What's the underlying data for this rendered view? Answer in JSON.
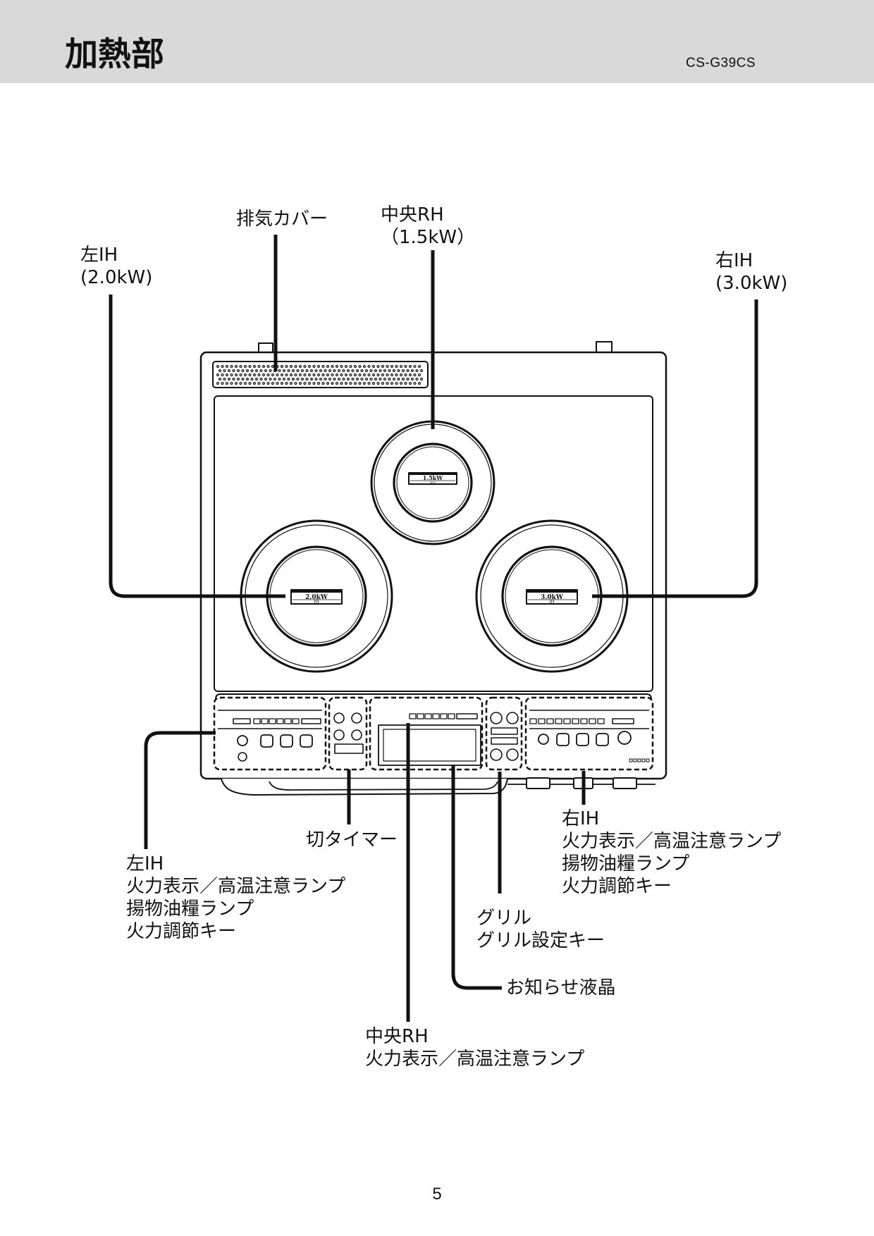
{
  "header": {
    "title": "加熱部",
    "model": "CS-G39CS"
  },
  "callouts": {
    "exhaust_cover": "排気カバー",
    "center_rh": {
      "name": "中央RH",
      "power": "（1.5kW）"
    },
    "left_ih": {
      "name": "左IH",
      "power": "(2.0kW)"
    },
    "right_ih": {
      "name": "右IH",
      "power": "(3.0kW)"
    },
    "left_ih_panel": {
      "name": "左IH",
      "lines": [
        "火力表示／高温注意ランプ",
        "揚物油糧ランプ",
        "火力調節キー"
      ]
    },
    "timer": "切タイマー",
    "center_rh_panel": {
      "name": "中央RH",
      "lines": [
        "火力表示／高温注意ランプ"
      ]
    },
    "info_lcd": "お知らせ液晶",
    "grill": {
      "name": "グリル",
      "lines": [
        "グリル設定キー"
      ]
    },
    "right_ih_panel": {
      "name": "右IH",
      "lines": [
        "火力表示／高温注意ランプ",
        "揚物油糧ランプ",
        "火力調節キー"
      ]
    }
  },
  "burner_badges": {
    "left": {
      "power": "2.0kW",
      "type": "IH"
    },
    "center": {
      "power": "1.5kW",
      "type": "RH"
    },
    "right": {
      "power": "3.0kW",
      "type": "IH"
    }
  },
  "page_number": "5",
  "colors": {
    "header_band": "#d9d9d9",
    "ink": "#111111"
  }
}
